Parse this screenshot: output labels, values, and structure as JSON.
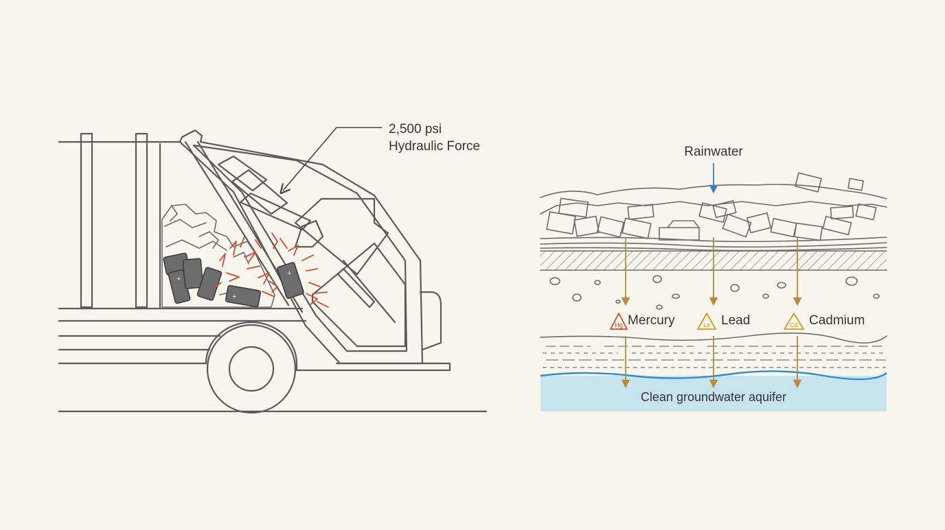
{
  "truck": {
    "force_label_line1": "2,500 psi",
    "force_label_line2": "Hydraulic Force"
  },
  "landfill": {
    "rain_label": "Rainwater",
    "aquifer_label": "Clean groundwater aquifer",
    "contaminants": [
      {
        "name": "Mercury",
        "symbol": "Hg",
        "color": "#d9482b"
      },
      {
        "name": "Lead",
        "symbol": "Le",
        "color": "#d49a1e"
      },
      {
        "name": "Cadmium",
        "symbol": "Cd",
        "color": "#d49a1e"
      }
    ]
  },
  "colors": {
    "background": "#f8f5ee",
    "line": "#5a5a5a",
    "spark": "#d9482b",
    "arrow": "#b98a3c",
    "rain_arrow": "#3d7fb0",
    "aquifer": "#c7e4ee",
    "water_line": "#2f8fc4"
  }
}
